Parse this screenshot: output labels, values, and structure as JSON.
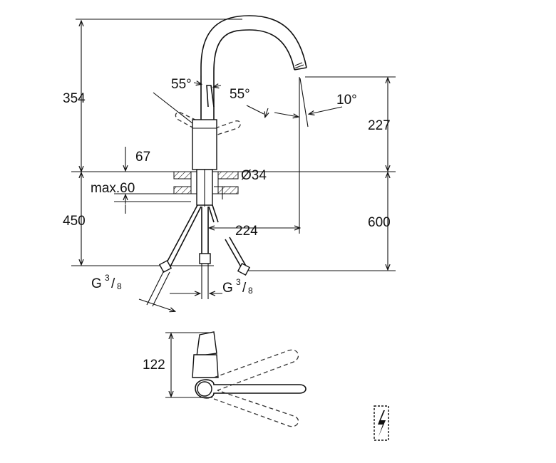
{
  "dimensions": {
    "height_total": "354",
    "angle_left": "55°",
    "angle_right": "55°",
    "spout_tilt": "10°",
    "spout_outlet_height": "227",
    "body_height": "67",
    "hole_diameter": "Ø34",
    "max_thickness": "max.60",
    "hose_length": "450",
    "spout_reach": "224",
    "clearance_height": "600",
    "thread_left_base": "G",
    "thread_left_num": "3",
    "thread_left_den": "8",
    "thread_right_base": "G",
    "thread_right_num": "3",
    "thread_right_den": "8",
    "top_view_depth": "122"
  },
  "icons": {
    "electrical": "lightning-bolt-icon"
  }
}
